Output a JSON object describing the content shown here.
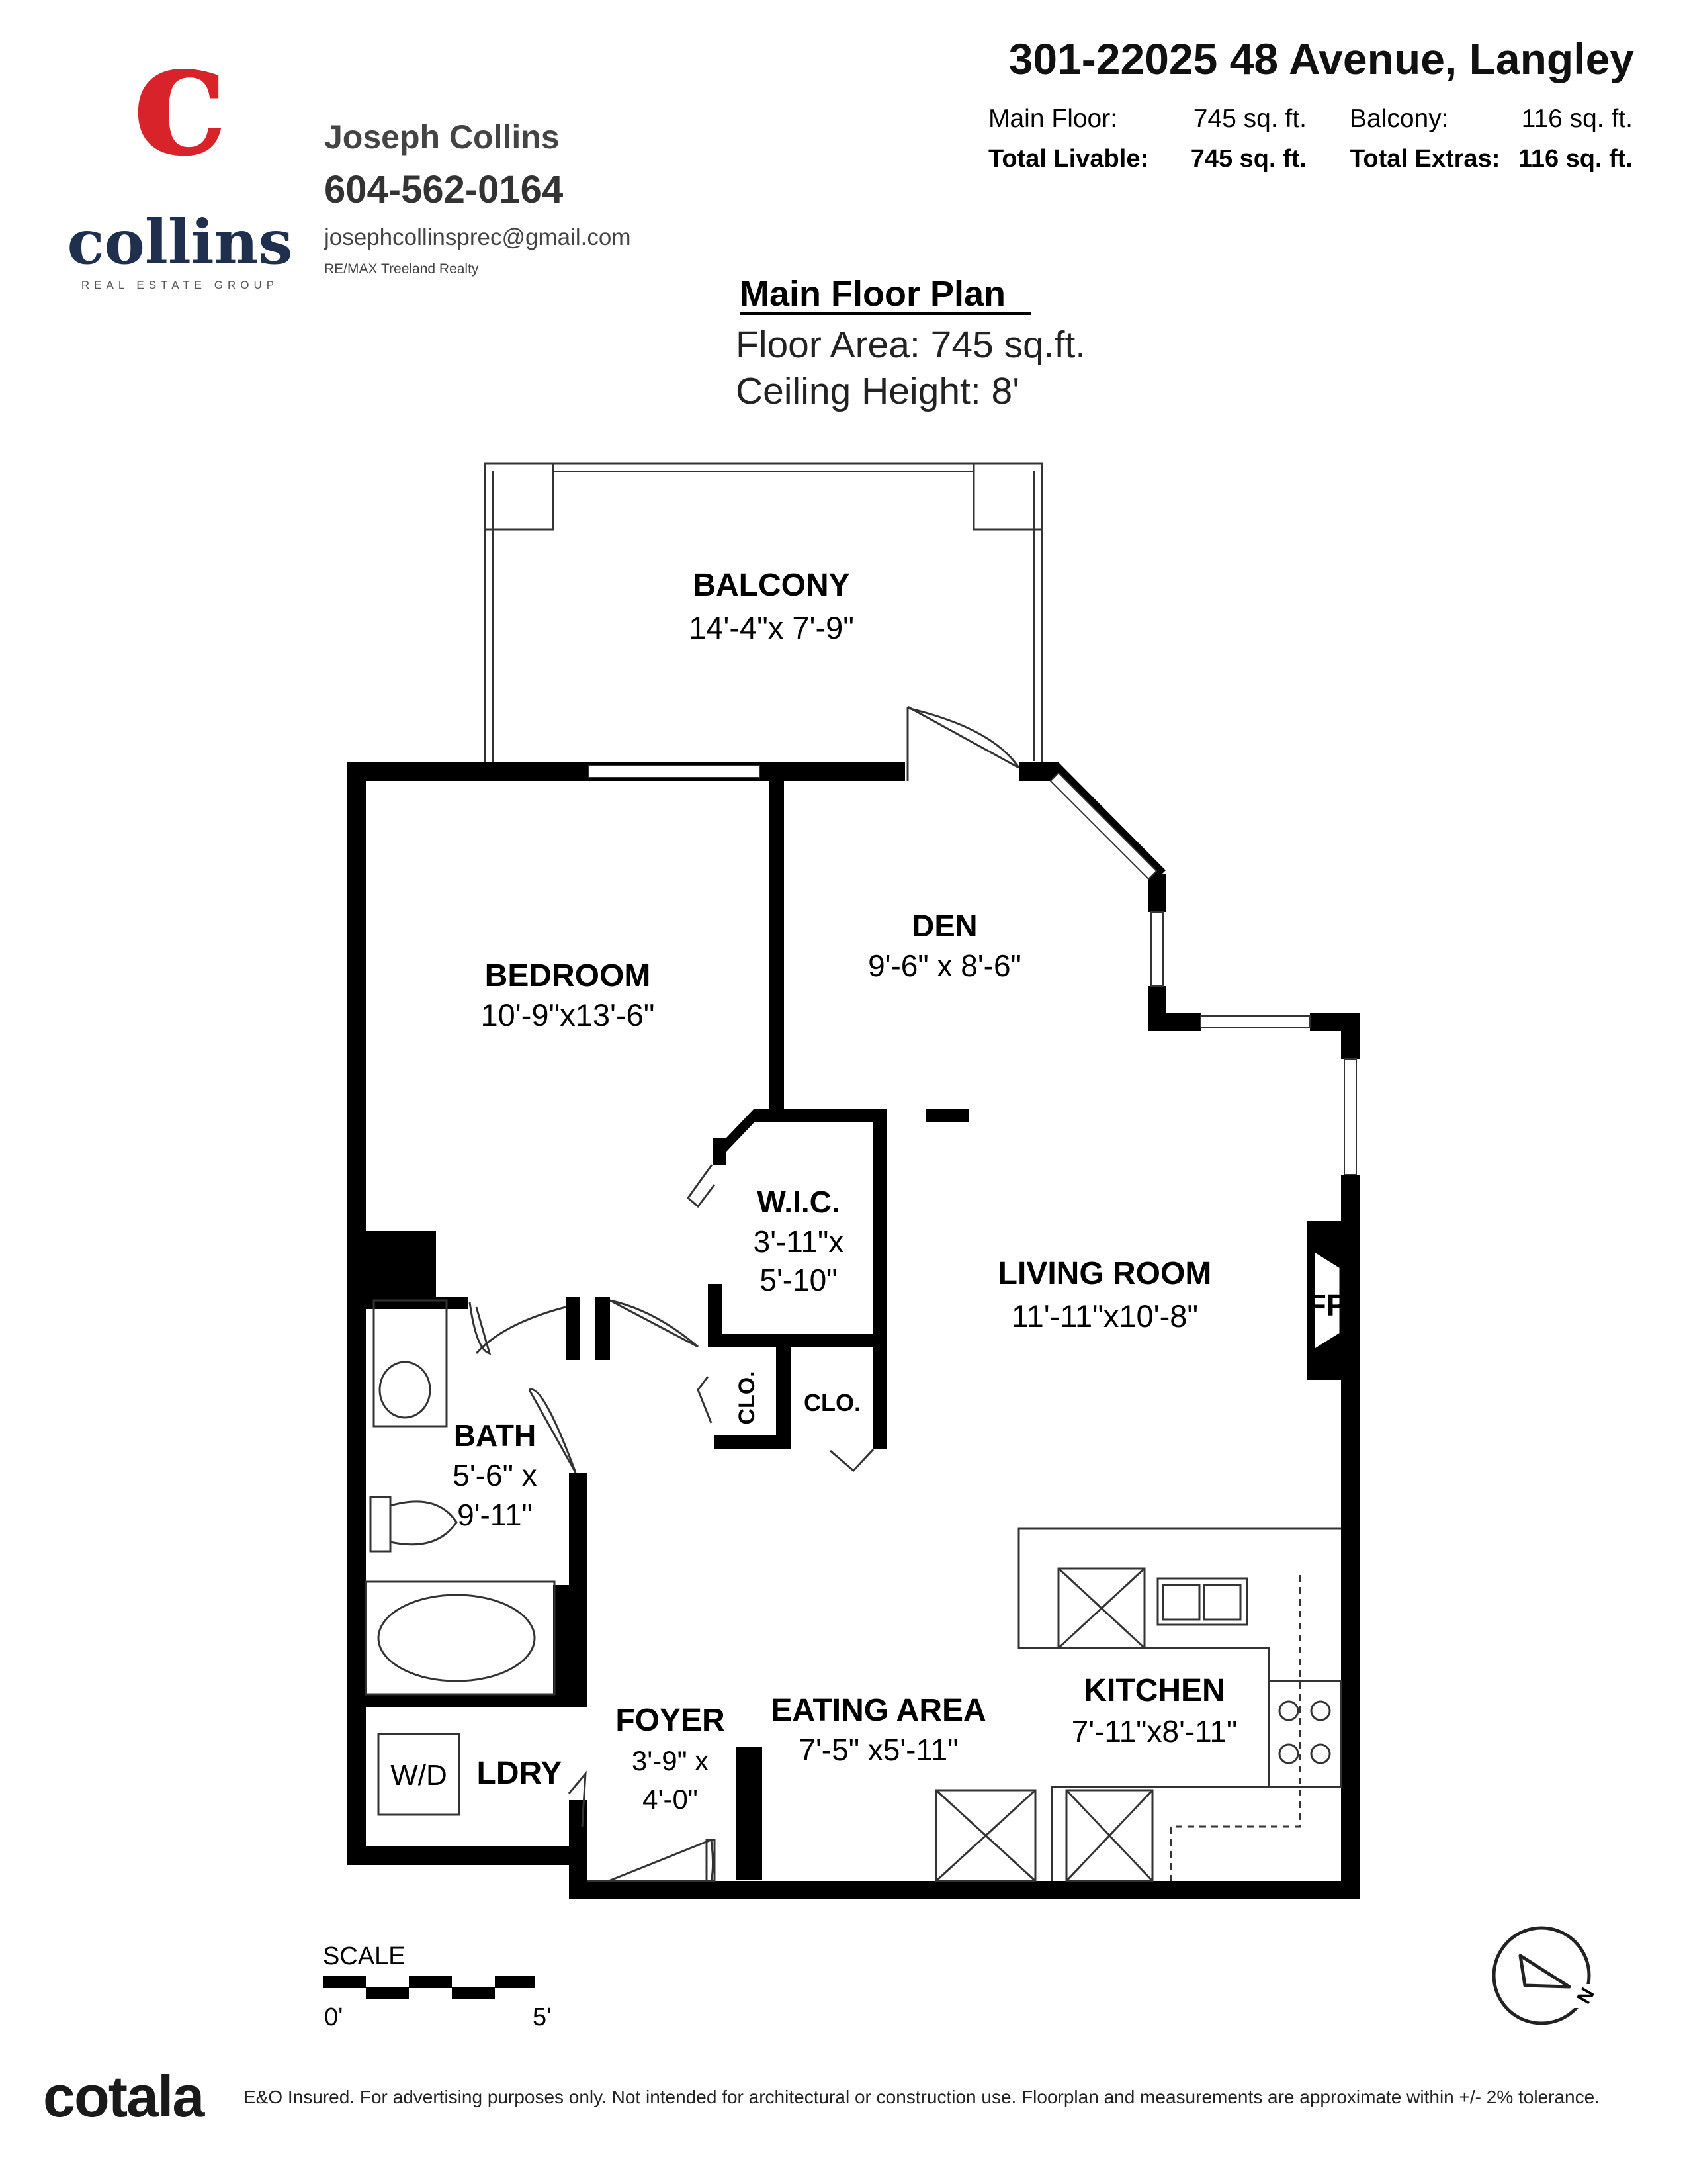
{
  "agent": {
    "logo_letter": "c",
    "logo_word": "collins",
    "logo_tagline": "REAL ESTATE GROUP",
    "name": "Joseph Collins",
    "phone": "604-562-0164",
    "email": "josephcollinsprec@gmail.com",
    "brokerage": "RE/MAX Treeland Realty"
  },
  "property": {
    "address": "301-22025 48 Avenue, Langley",
    "main_floor_label": "Main Floor:",
    "main_floor_value": "745 sq. ft.",
    "balcony_label": "Balcony:",
    "balcony_value": "116 sq. ft.",
    "total_livable_label": "Total Livable:",
    "total_livable_value": "745 sq. ft.",
    "total_extras_label": "Total Extras:",
    "total_extras_value": "116 sq. ft."
  },
  "plan": {
    "title": "Main Floor Plan",
    "floor_area": "Floor Area: 745 sq.ft.",
    "ceiling_height": "Ceiling Height: 8'"
  },
  "rooms": {
    "balcony": {
      "name": "BALCONY",
      "dims": "14'-4\"x 7'-9\""
    },
    "den": {
      "name": "DEN",
      "dims": "9'-6\" x 8'-6\""
    },
    "bedroom": {
      "name": "BEDROOM",
      "dims": "10'-9\"x13'-6\""
    },
    "wic": {
      "name": "W.I.C.",
      "dims1": "3'-11\"x",
      "dims2": "5'-10\""
    },
    "living": {
      "name": "LIVING ROOM",
      "dims": "11'-11\"x10'-8\""
    },
    "fp": {
      "name": "FP"
    },
    "clo1": {
      "name": "CLO."
    },
    "clo2": {
      "name": "CLO."
    },
    "bath": {
      "name": "BATH",
      "dims1": "5'-6\" x",
      "dims2": "9'-11\""
    },
    "kitchen": {
      "name": "KITCHEN",
      "dims": "7'-11\"x8'-11\""
    },
    "eating": {
      "name": "EATING AREA",
      "dims": "7'-5\" x5'-11\""
    },
    "foyer": {
      "name": "FOYER",
      "dims1": "3'-9\" x",
      "dims2": "4'-0\""
    },
    "ldry": {
      "name": "LDRY",
      "appliance": "W/D"
    }
  },
  "scale": {
    "label": "SCALE",
    "start": "0'",
    "end": "5'"
  },
  "compass": {
    "letter": "N"
  },
  "footer": {
    "brand": "cotala",
    "disclaimer": "E&O Insured. For advertising purposes only. Not intended for architectural or construction use. Floorplan and measurements are approximate within +/- 2% tolerance."
  },
  "colors": {
    "logo_red": "#d8232a",
    "logo_navy": "#1f2f4d",
    "wall": "#000000"
  }
}
